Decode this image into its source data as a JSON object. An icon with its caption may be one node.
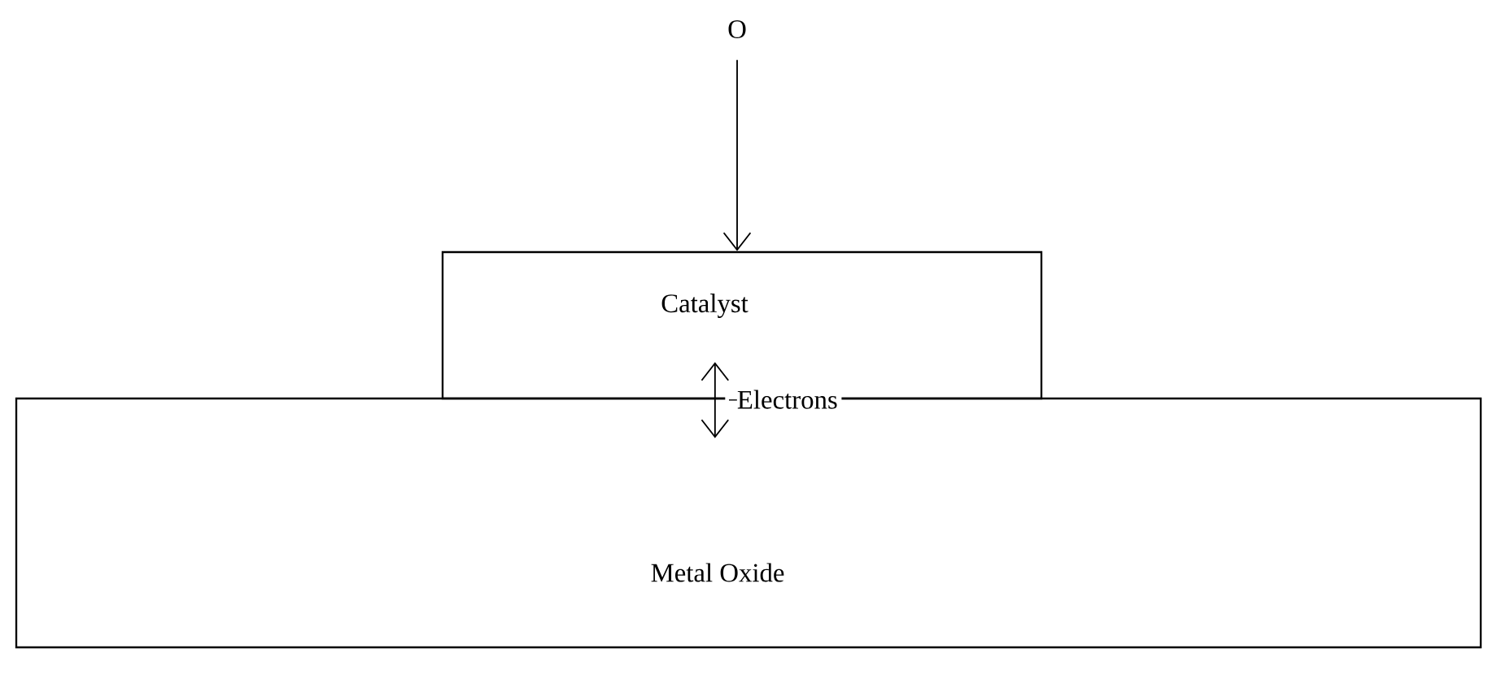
{
  "diagram": {
    "nodes": [
      {
        "text": [
          "O"
        ]
      },
      {
        "text": [
          "Catalyst"
        ]
      },
      {
        "text": [
          "Metal Oxide"
        ]
      }
    ],
    "edges": [
      {
        "from": 0,
        "to": 1,
        "arrow": "to"
      },
      {
        "from": 1,
        "to": 2,
        "arrow": "both",
        "label": "Electrons"
      }
    ]
  }
}
